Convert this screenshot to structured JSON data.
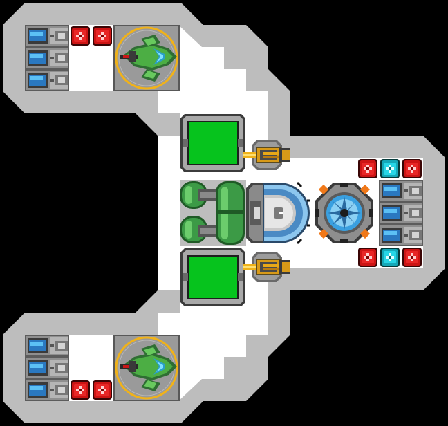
{
  "colors": {
    "background": "#000000",
    "hull": "#bdbdbd",
    "floor": "#ffffff",
    "tile_dark": "#5c5c5c",
    "tile_mid": "#8f8f8f",
    "tile_light": "#c8c8c8",
    "power_red": "#cc1414",
    "power_cyan": "#1ec8d8",
    "cell_blue": "#3aa0e0",
    "green_panel": "#06c31d",
    "engine_green": "#3c9a46",
    "gold": "#f0b21a",
    "orange": "#f07818",
    "shield_blue": "#8cc6ee"
  },
  "modules": [
    {
      "name": "top-left-battery-bank",
      "icon": "battery-cell-icon",
      "cells": 3
    },
    {
      "name": "top-left-power-nodes",
      "icon": "power-node-icon",
      "nodes": [
        "red",
        "red"
      ]
    },
    {
      "name": "top-left-fighter-bay",
      "icon": "fighter-ship-icon"
    },
    {
      "name": "bottom-left-battery-bank",
      "icon": "battery-cell-icon",
      "cells": 3
    },
    {
      "name": "bottom-left-power-nodes",
      "icon": "power-node-icon",
      "nodes": [
        "red",
        "red"
      ]
    },
    {
      "name": "bottom-left-fighter-bay",
      "icon": "fighter-ship-icon"
    },
    {
      "name": "upper-cargo-container",
      "icon": "green-crate-icon"
    },
    {
      "name": "lower-cargo-container",
      "icon": "green-crate-icon"
    },
    {
      "name": "upper-turret",
      "icon": "gold-turret-icon"
    },
    {
      "name": "lower-turret",
      "icon": "gold-turret-icon"
    },
    {
      "name": "engine-tanks",
      "icon": "green-tank-icon"
    },
    {
      "name": "cockpit-dome",
      "icon": "cockpit-dome-icon"
    },
    {
      "name": "reactor-core",
      "icon": "reactor-core-icon"
    },
    {
      "name": "right-power-nodes-top",
      "icon": "power-node-icon",
      "nodes": [
        "red",
        "cyan",
        "red"
      ]
    },
    {
      "name": "right-battery-bank",
      "icon": "battery-cell-icon",
      "cells": 3
    },
    {
      "name": "right-power-nodes-bottom",
      "icon": "power-node-icon",
      "nodes": [
        "red",
        "cyan",
        "red"
      ]
    }
  ]
}
